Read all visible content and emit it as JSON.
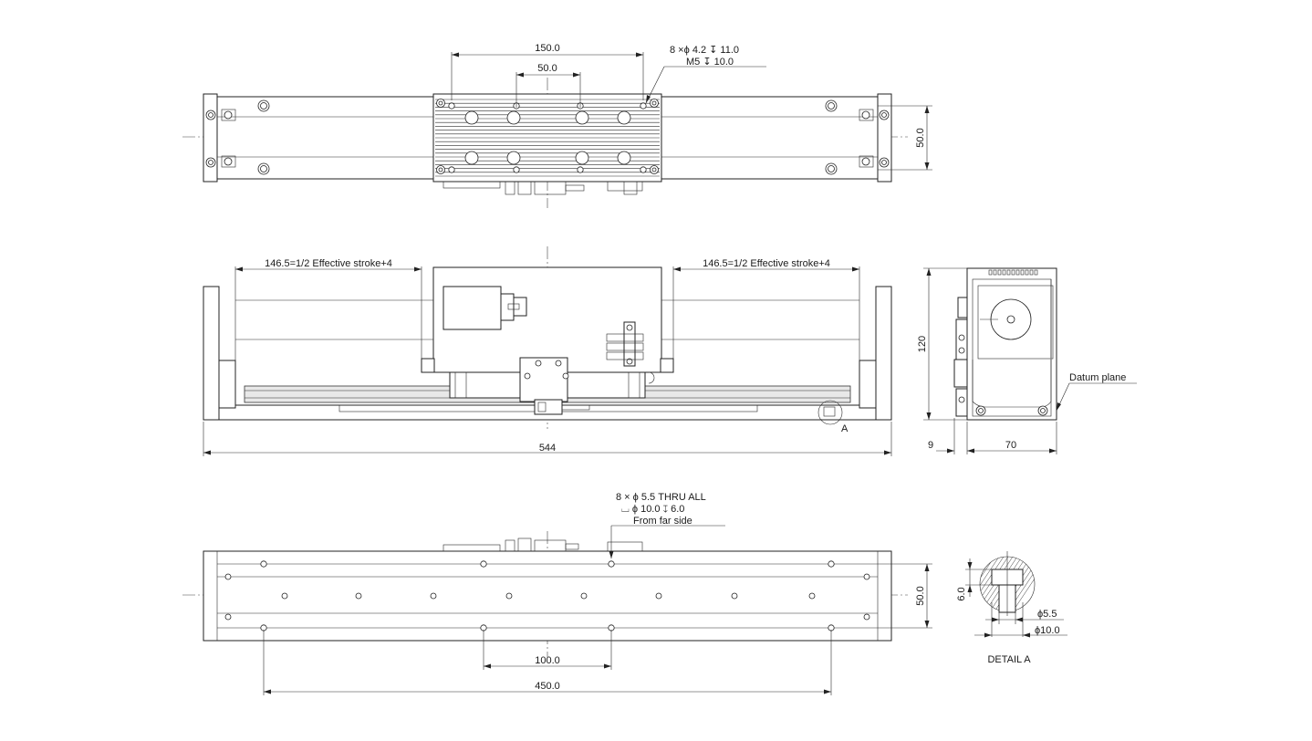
{
  "top_view": {
    "dim_150": "150.0",
    "dim_50_horizontal": "50.0",
    "dim_50_vertical": "50.0",
    "hole_note_line1": "8 ×ϕ 4.2 ↧ 11.0",
    "hole_note_line2": "M5 ↧ 10.0"
  },
  "front_view": {
    "stroke_left": "146.5=1/2 Effective stroke+4",
    "stroke_right": "146.5=1/2 Effective stroke+4",
    "overall_length": "544",
    "detail_marker": "A"
  },
  "side_view": {
    "height": "120",
    "offset": "9",
    "width": "70",
    "datum_label": "Datum plane"
  },
  "bottom_view": {
    "note_line1": "8 × ϕ 5.5 THRU ALL",
    "note_line2": "⌴ ϕ 10.0 ↧ 6.0",
    "note_line3": "From far side",
    "dim_width": "50.0",
    "dim_100": "100.0",
    "dim_450": "450.0"
  },
  "detail_a": {
    "depth": "6.0",
    "small_dia": "ϕ5.5",
    "large_dia": "ϕ10.0",
    "title": "DETAIL A"
  }
}
